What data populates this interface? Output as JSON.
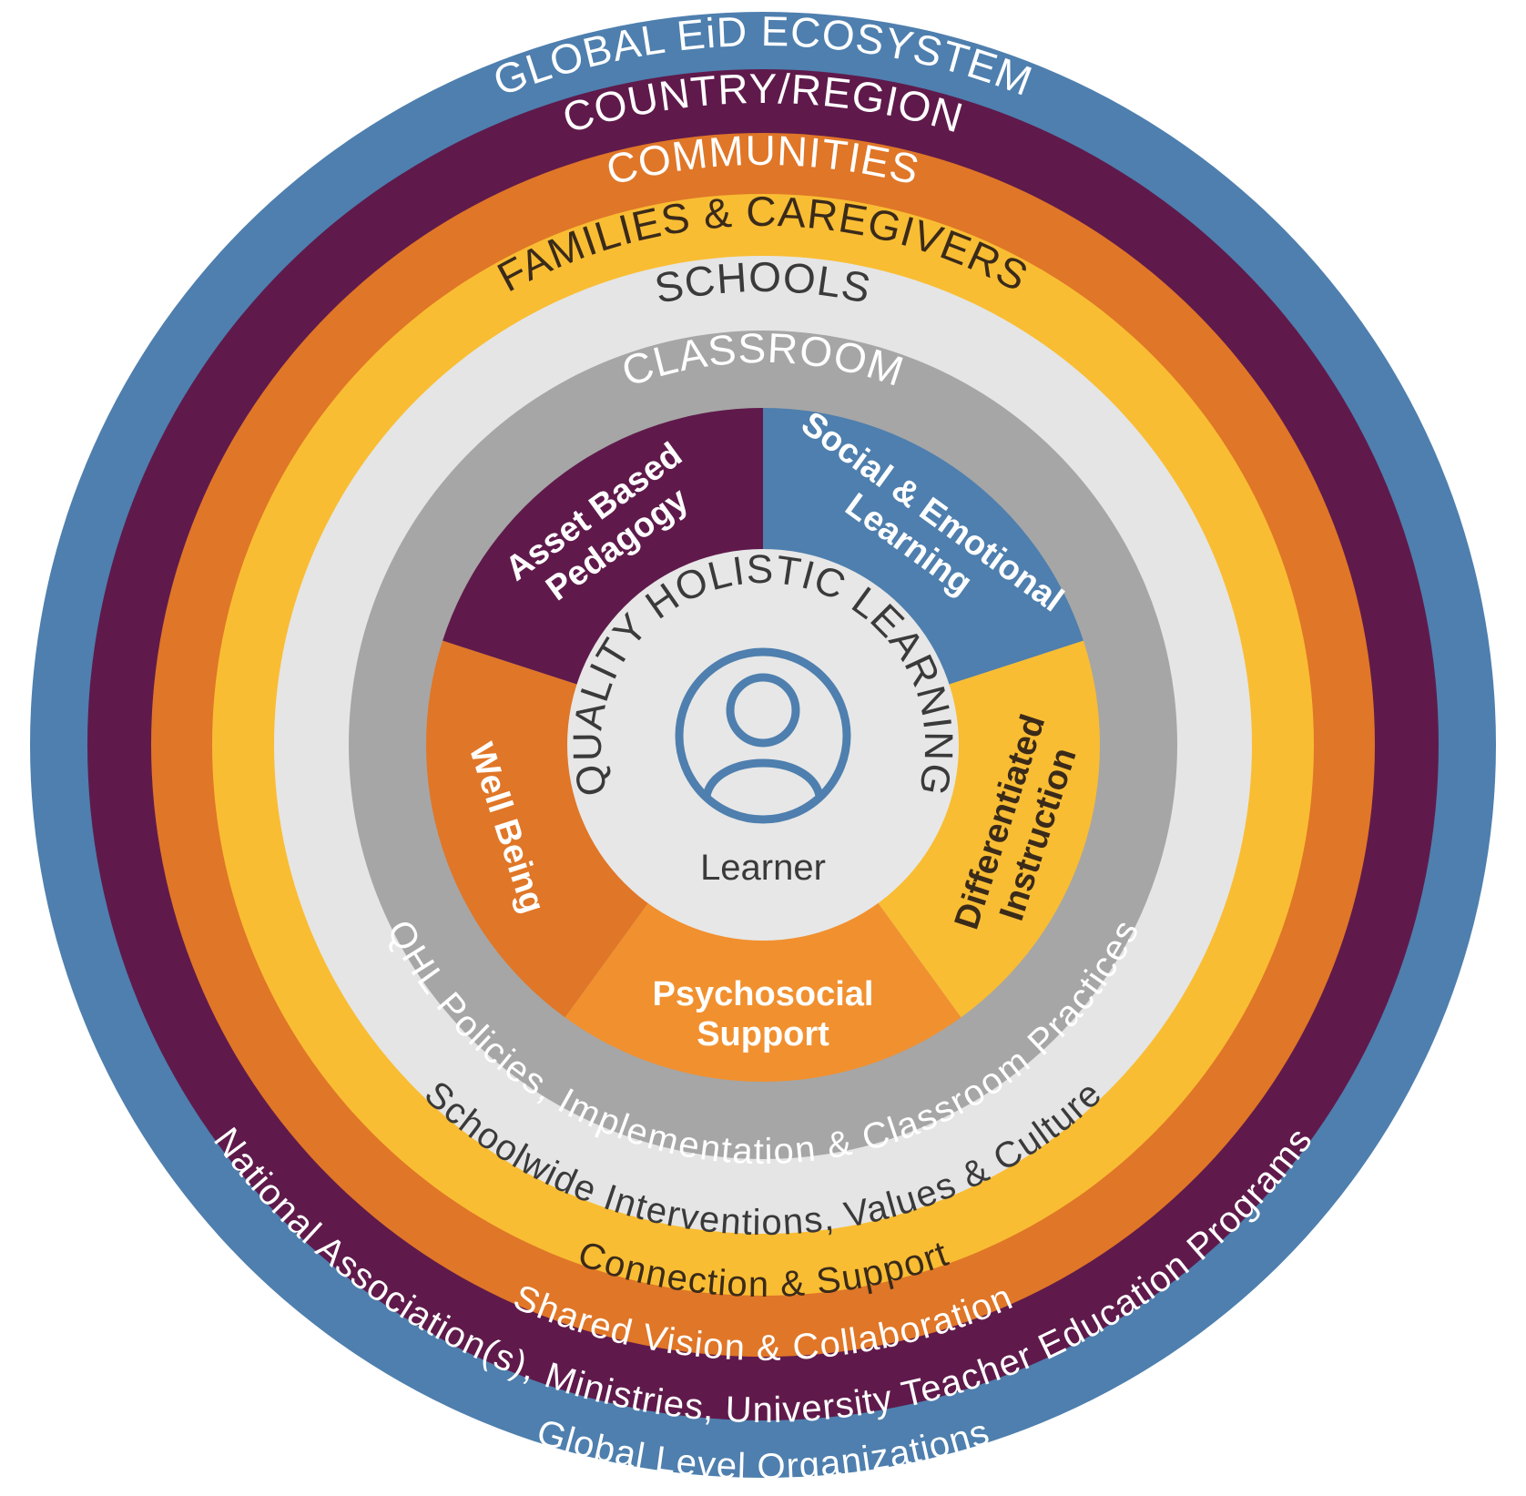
{
  "rings": [
    {
      "id": "global",
      "color": "#4e7fae",
      "label": "GLOBAL EiD ECOSYSTEM",
      "label_color": "#ffffff",
      "sub": "Global Level Organizations",
      "sub_color": "#ffffff"
    },
    {
      "id": "country",
      "color": "#5f1a4b",
      "label": "COUNTRY/REGION",
      "label_color": "#ffffff",
      "sub": "National Association(s), Ministries, University Teacher Education Programs",
      "sub_color": "#ffffff"
    },
    {
      "id": "community",
      "color": "#e07627",
      "label": "COMMUNITIES",
      "label_color": "#ffffff",
      "sub": "Shared Vision & Collaboration",
      "sub_color": "#ffffff"
    },
    {
      "id": "families",
      "color": "#f9bd33",
      "label": "FAMILIES & CAREGIVERS",
      "label_color": "#3a2a1a",
      "sub": "Connection & Support",
      "sub_color": "#3a2a1a"
    },
    {
      "id": "schools",
      "color": "#e5e5e5",
      "label": "SCHOOLS",
      "label_color": "#3a3a3a",
      "sub": "Schoolwide Interventions, Values & Culture",
      "sub_color": "#3a3a3a"
    },
    {
      "id": "classroom",
      "color": "#a6a6a6",
      "label": "CLASSROOM",
      "label_color": "#ffffff",
      "sub": "QHL Policies, Implementation & Classroom Practices",
      "sub_color": "#ffffff"
    }
  ],
  "segments": [
    {
      "id": "asset",
      "color": "#5f1a4b",
      "text_color": "#ffffff",
      "lines": [
        "Asset Based",
        "Pedagogy"
      ]
    },
    {
      "id": "sel",
      "color": "#4e7fae",
      "text_color": "#ffffff",
      "lines": [
        "Social & Emotional",
        "Learning"
      ]
    },
    {
      "id": "diff",
      "color": "#f9bd33",
      "text_color": "#3a2a1a",
      "lines": [
        "Differentiated",
        "Instruction"
      ]
    },
    {
      "id": "psycho",
      "color": "#f1902f",
      "text_color": "#ffffff",
      "lines": [
        "Psychosocial",
        "Support"
      ]
    },
    {
      "id": "wellbeing",
      "color": "#e07627",
      "text_color": "#ffffff",
      "lines": [
        "Well Being"
      ]
    }
  ],
  "core": {
    "color": "#e7e7e7",
    "title": "QUALITY HOLISTIC LEARNING",
    "title_color": "#3a3a3a",
    "icon": "person-icon",
    "icon_color": "#4e7fae",
    "learner_label": "Learner",
    "learner_color": "#3a3a3a"
  }
}
